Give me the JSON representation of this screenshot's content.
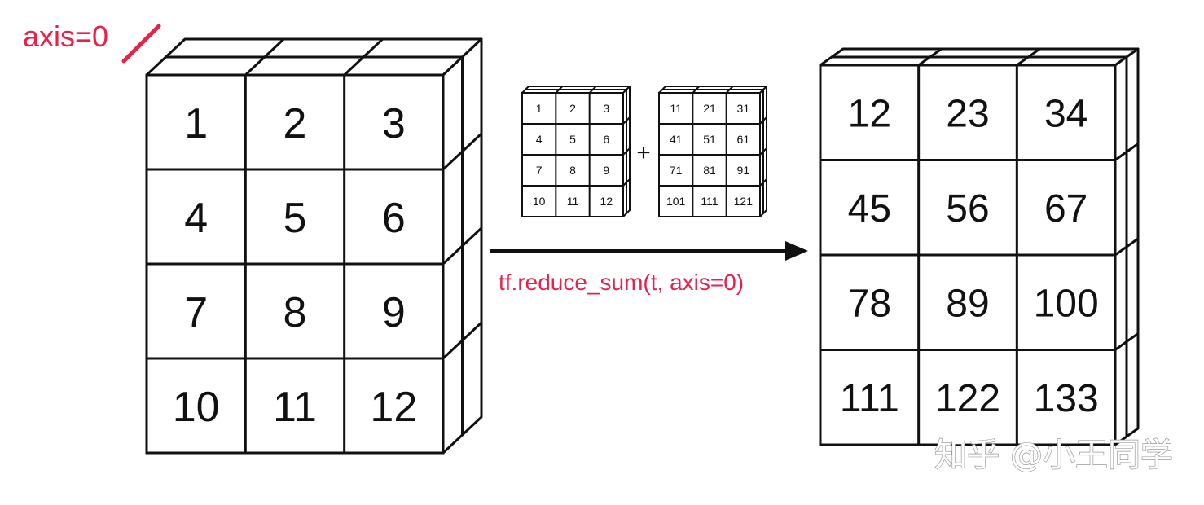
{
  "axis_label": "axis=0",
  "operation_label": "tf.reduce_sum(t, axis=0)",
  "plus_sign": "+",
  "watermark": "知乎 @小王同学",
  "input_tensor": [
    [
      "1",
      "2",
      "3"
    ],
    [
      "4",
      "5",
      "6"
    ],
    [
      "7",
      "8",
      "9"
    ],
    [
      "10",
      "11",
      "12"
    ]
  ],
  "slice_a": [
    [
      "1",
      "2",
      "3"
    ],
    [
      "4",
      "5",
      "6"
    ],
    [
      "7",
      "8",
      "9"
    ],
    [
      "10",
      "11",
      "12"
    ]
  ],
  "slice_b": [
    [
      "11",
      "21",
      "31"
    ],
    [
      "41",
      "51",
      "61"
    ],
    [
      "71",
      "81",
      "91"
    ],
    [
      "101",
      "111",
      "121"
    ]
  ],
  "output_tensor": [
    [
      "12",
      "23",
      "34"
    ],
    [
      "45",
      "56",
      "67"
    ],
    [
      "78",
      "89",
      "100"
    ],
    [
      "111",
      "122",
      "133"
    ]
  ],
  "colors": {
    "accent": "#e8204a",
    "ink": "#111111",
    "background": "#ffffff"
  }
}
